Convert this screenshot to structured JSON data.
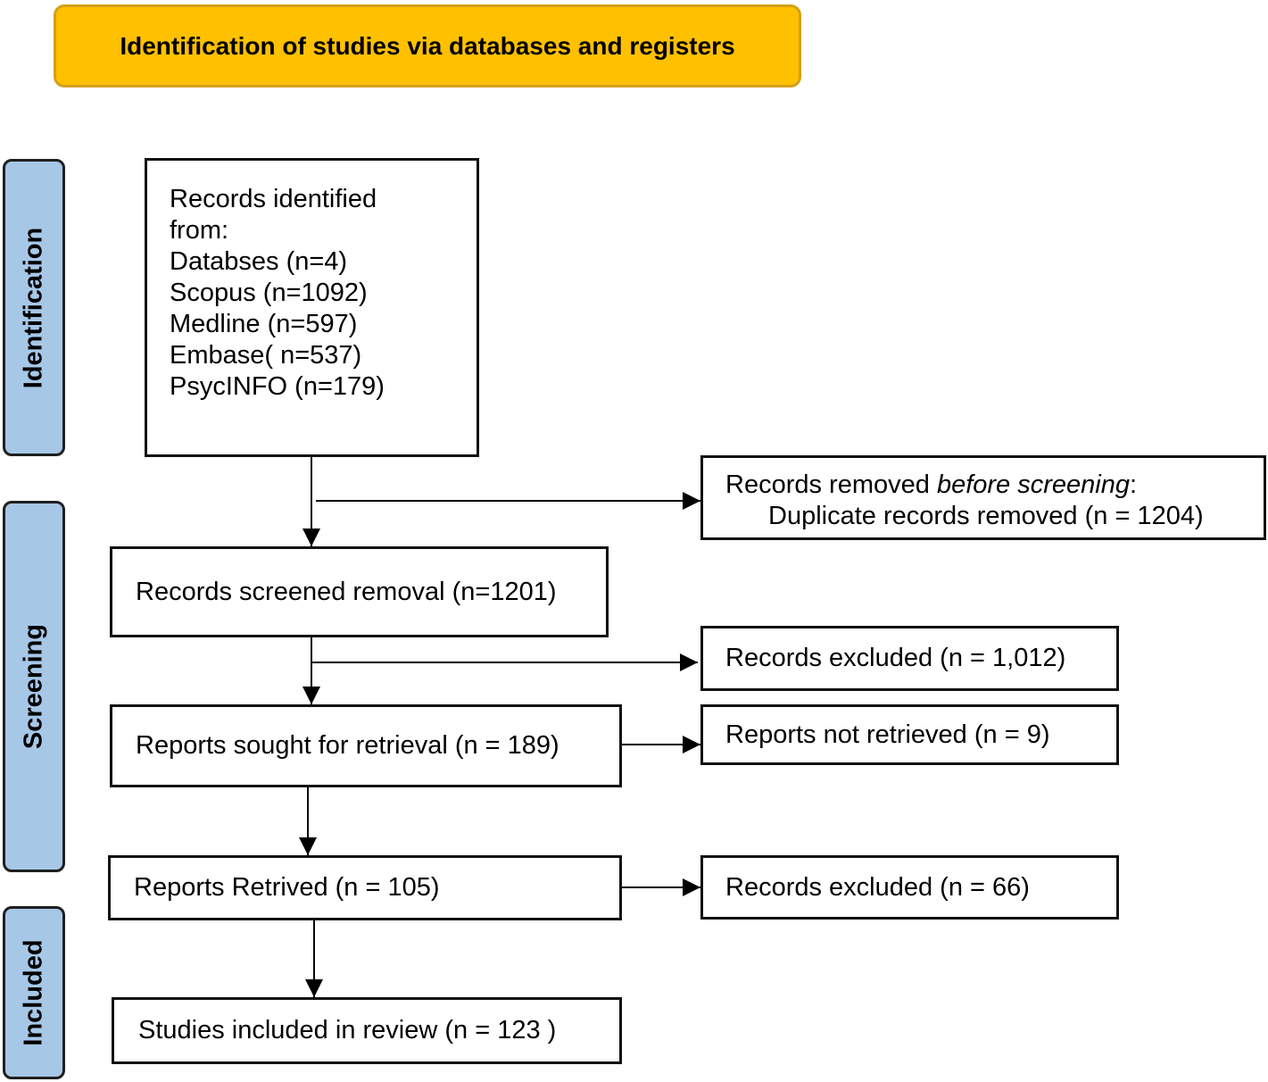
{
  "header": {
    "title": "Identification of studies via databases and registers"
  },
  "phases": {
    "identification": "Identification",
    "screening": "Screening",
    "included": "Included"
  },
  "boxes": {
    "records_identified": {
      "lines": [
        "Records identified",
        "from:",
        "Databses (n=4)",
        "Scopus (n=1092)",
        "Medline (n=597)",
        "Embase( n=537)",
        "PsycINFO (n=179)"
      ]
    },
    "records_removed": {
      "prefix": "Records removed ",
      "emphasis": "before screening",
      "suffix": ":",
      "detail": "Duplicate records removed  (n = 1204)"
    },
    "records_screened": "Records screened removal (n=1201)",
    "records_excluded_1": "Records excluded (n = 1,012)",
    "reports_sought": "Reports sought for retrieval  (n = 189)",
    "reports_not_retrieved": "Reports not retrieved (n = 9)",
    "reports_retrieved": "Reports Retrived (n = 105)",
    "records_excluded_2": "Records excluded (n = 66)",
    "studies_included": "Studies included in review (n = 123 )"
  }
}
